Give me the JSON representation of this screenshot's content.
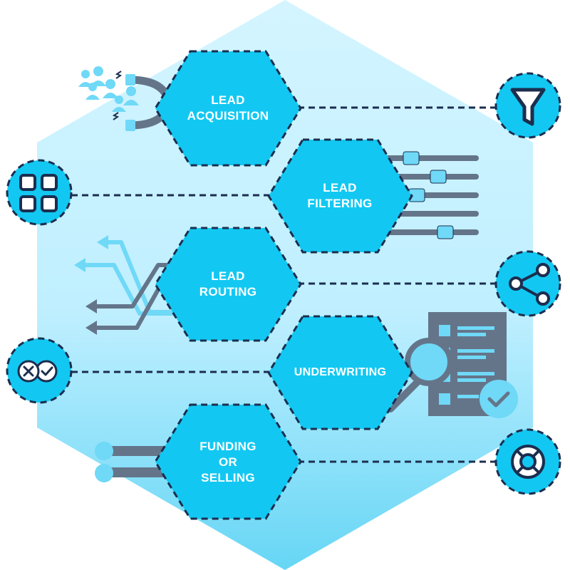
{
  "colors": {
    "hex_fill": "#12c8f2",
    "outline": "#1b2e4f",
    "background_top": "#cdf3ff",
    "background_bottom": "#6ad8f6",
    "accent_light": "#6fd9f7",
    "gray": "#64758a"
  },
  "stages": [
    {
      "line1": "LEAD",
      "line2": "ACQUISITION",
      "line3": "",
      "icon": "funnel-icon"
    },
    {
      "line1": "LEAD",
      "line2": "FILTERING",
      "line3": "",
      "icon": "app-grid-icon"
    },
    {
      "line1": "LEAD",
      "line2": "ROUTING",
      "line3": "",
      "icon": "share-icon"
    },
    {
      "line1": "UNDERWRITING",
      "line2": "",
      "line3": "",
      "icon": "approve-reject-icon"
    },
    {
      "line1": "FUNDING",
      "line2": "OR",
      "line3": "SELLING",
      "icon": "lifebuoy-icon"
    }
  ]
}
